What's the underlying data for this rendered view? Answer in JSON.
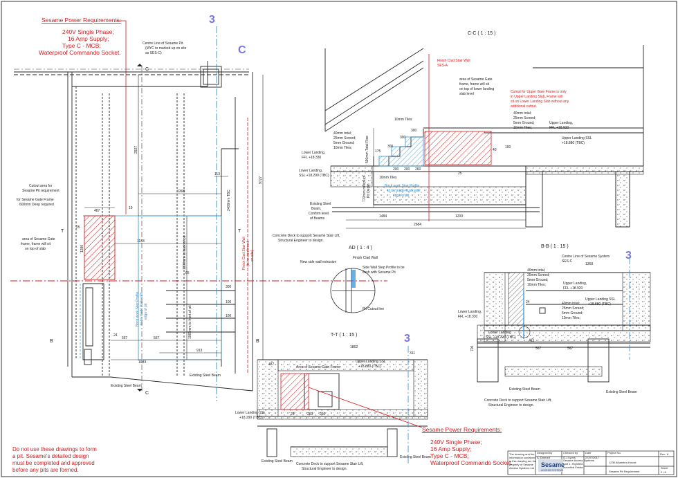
{
  "colors": {
    "red": "#e0161b",
    "blue": "#2a8fd6",
    "purple": "#7777dd",
    "line": "#222222",
    "hatch": "#e0161b",
    "concrete": "#cfcfcf"
  },
  "power_note_top": {
    "title": "Sesame Power Requirements:",
    "lines": [
      "240V Single Phase;",
      "16 Amp Supply;",
      "Type C - MCB;",
      "Waterproof Commando Socket."
    ]
  },
  "power_note_bottom": {
    "title": "Sesame Power Requirements:",
    "lines": [
      "240V Single Phase;",
      "16 Amp Supply;",
      "Type C - MCB;",
      "Waterproof Commando Socket."
    ]
  },
  "disclaimer": [
    "Do not use these drawings to form",
    "a pit. Sesame's detailed design",
    "must be completed and approved",
    "before any pits are formed."
  ],
  "grid": {
    "three_top": "3",
    "c_top": "C",
    "three_tt": "3",
    "three_bb": "3"
  },
  "plan": {
    "section_c_top": "C",
    "section_c_bottom": "C",
    "section_t": "T",
    "section_t2": "T",
    "section_b": "B",
    "section_b2": "B",
    "centre_line_note": [
      "Centre Line of Sesame Pit.",
      "(MYC to marked up on site",
      "as SES-C)"
    ],
    "cutout_note": [
      "Cutout area for",
      "Sesame Pit requirement"
    ],
    "frame_note": [
      "for Sesame Gate Frame",
      "600mm Deep required"
    ],
    "gate_frame_note": [
      "area of Sesame Gate",
      "frame, frame will sit",
      "on top of slab"
    ],
    "brick_note": [
      "Brick work Stair Profile",
      "to be made flush with",
      "edge of pit"
    ],
    "finish_clad_note": [
      "Finish Clad Stair Wall",
      "(to be confirmed",
      "on site)"
    ],
    "existing_beam_1": "Existing Steel Beam",
    "existing_beam_2": "Existing Steel Beam",
    "dims": {
      "d2927": "2927",
      "d9727": "9727",
      "d1368": "1368",
      "d113": "113",
      "d487": "487",
      "d25": "25",
      "d19": "19",
      "d1183": "1183",
      "d1280": "1280",
      "d1300": "1300mm to back of pit",
      "d2409": "2409mm TBC",
      "d65": "65",
      "d24": "24",
      "d567a": "567",
      "d567b": "567",
      "d913": "913",
      "d1083": "1083",
      "d300": "300",
      "d100a": "100",
      "d100b": "100",
      "d1065": "1065mm to front of pit"
    }
  },
  "cc": {
    "title": "C-C ( 1 : 15 )",
    "finish_wall": [
      "Finish Clad Stair Wall",
      "SES-A"
    ],
    "area_frame": [
      "area of Sesame Gate",
      "frame, frame will sit",
      "on top of lower landing",
      "slab level"
    ],
    "cutout_upper": [
      "Cutout for Upper Gate Frame is only",
      "in Upper Landing Slab, Frame will",
      "sit on Lower Landing Slab without any",
      "additional cutout."
    ],
    "tiles_note": "10mm Tiles",
    "build_up_left": [
      "40mm total;",
      "25mm Screed;",
      "5mm Ground;",
      "10mm Tiles;"
    ],
    "build_up_right": [
      "40mm total;",
      "25mm Screed;",
      "5mm Ground;",
      "10mm Tiles;"
    ],
    "upper_landing_ffl": [
      "Upper Landing,",
      "FFL +18.920"
    ],
    "upper_landing_ssl": [
      "Upper Landing SSL",
      "+18.880 (TBC)"
    ],
    "lower_landing_ffl": [
      "Lower Landing,",
      "FFL +18.330"
    ],
    "lower_landing_ssl": [
      "Lower Landing,",
      "SSL +18.290 (TBC)"
    ],
    "pit_depth_note": [
      "770mm minimum",
      "Pit Depth"
    ],
    "total_rise": "590mm Total Rise",
    "tiles_bottom": "10mm Tiles",
    "brick_profile": [
      "Brick work Stair Profile",
      "to be made flush with",
      "edge of pit"
    ],
    "existing_beam": [
      "Existing Steel",
      "Beam,",
      "Confirm level",
      "of Beams"
    ],
    "concrete_deck": [
      "Concrete Deck to support Sesame Stair Lift,",
      "Structural Engineer to design."
    ],
    "dims": {
      "d300a": "300",
      "d300b": "300",
      "d300c": "300",
      "d300d": "300",
      "d175": "175",
      "d215": "215",
      "d260": "260",
      "d200a": "200",
      "d200b": "200",
      "d25": "25",
      "d1484": "1484",
      "d1200": "1200",
      "d2684": "2684",
      "d40": "40",
      "d100": "100"
    }
  },
  "ad": {
    "title": "AD ( 1 : 4 )",
    "finish_clad": "Finish Clad Wall",
    "new_side_wall": "New side wall extrusion",
    "side_wall_profile": [
      "Side Wall Step Profile to be",
      "flush with Sesame Pit"
    ],
    "pit_cutout": "Pit Cutout line"
  },
  "bb": {
    "title": "B-B ( 1 : 15 )",
    "centre_line": [
      "Centre Line of Sesame System",
      "SES-C"
    ],
    "dim_1368": "1368",
    "build_up_top": [
      "40mm total;",
      "25mm Screed;",
      "5mm Ground;",
      "10mm Tiles;"
    ],
    "build_up_mid": [
      "40mm total;",
      "25mm Screed;",
      "5mm Ground;",
      "10mm Tiles;"
    ],
    "upper_landing_ffl": [
      "Upper Landing,",
      "FFL +18.920"
    ],
    "upper_landing_ssl": [
      "Upper Landing SSL",
      "+18.880 (TBC)"
    ],
    "lower_landing_ffl": [
      "Lower Landing,",
      "FFL +18.330"
    ],
    "lower_landing_ssl": [
      "Lower Landing",
      "SSL +18.290 (TBC)"
    ],
    "ad_marker": "AD",
    "dim_24": "24",
    "dim_567a": "567",
    "dim_567b": "567",
    "dim_700": "700",
    "existing_beam_1": "Existing Steel Beam",
    "existing_beam_2": "Existing Steel Beam",
    "concrete_deck": [
      "Concrete Deck to support Sesame Stair Lift,",
      "Structural Engineer to design."
    ]
  },
  "tt": {
    "title": "T-T ( 1 : 15 )",
    "dim_1862": "1862",
    "dim_487": "487",
    "dim_311": "311",
    "area_frame": "Area of Sesame Gate Frame",
    "upper_landing_ssl": [
      "Upper Landing SSL",
      "+18.880 (TBC)"
    ],
    "lower_landing_ssl": [
      "Lower Landing SSL",
      "+18.290 (TBC)"
    ],
    "existing_beam_1": "Existing Steel Beam",
    "existing_beam_2": "Existing Steel Beam",
    "concrete_deck": [
      "Concrete Deck to support Sesame Stair Lift,",
      "Structural Engineer to design."
    ],
    "dims_small": [
      "25",
      "260",
      "260"
    ]
  },
  "title_block": {
    "notice": [
      "The drawing and the",
      "information contained",
      "in this drawing are the",
      "property of Sesame",
      "Access Systems Ltd"
    ],
    "designed_by_label": "Designed by",
    "designed_by": "A. Dumont",
    "checked_by_label": "Checked by",
    "checked_by": "G.J.Lyons",
    "date_label": "Date",
    "date": "27/07/2017",
    "project_label": "Project No.",
    "project": "",
    "logo": "Sesame",
    "logo_sub": "ACCESS SYSTEMS",
    "address": [
      "Sesame Access Systems",
      "Unit 1, Highfield",
      "Industrial Estate"
    ],
    "project_name": "1236 Alhambra House",
    "rev_label": "Rev:",
    "rev": "6",
    "drawing_title": "Sesame Pit Requirement",
    "sheet_label": "Sheet",
    "sheet": "2 / 8"
  }
}
